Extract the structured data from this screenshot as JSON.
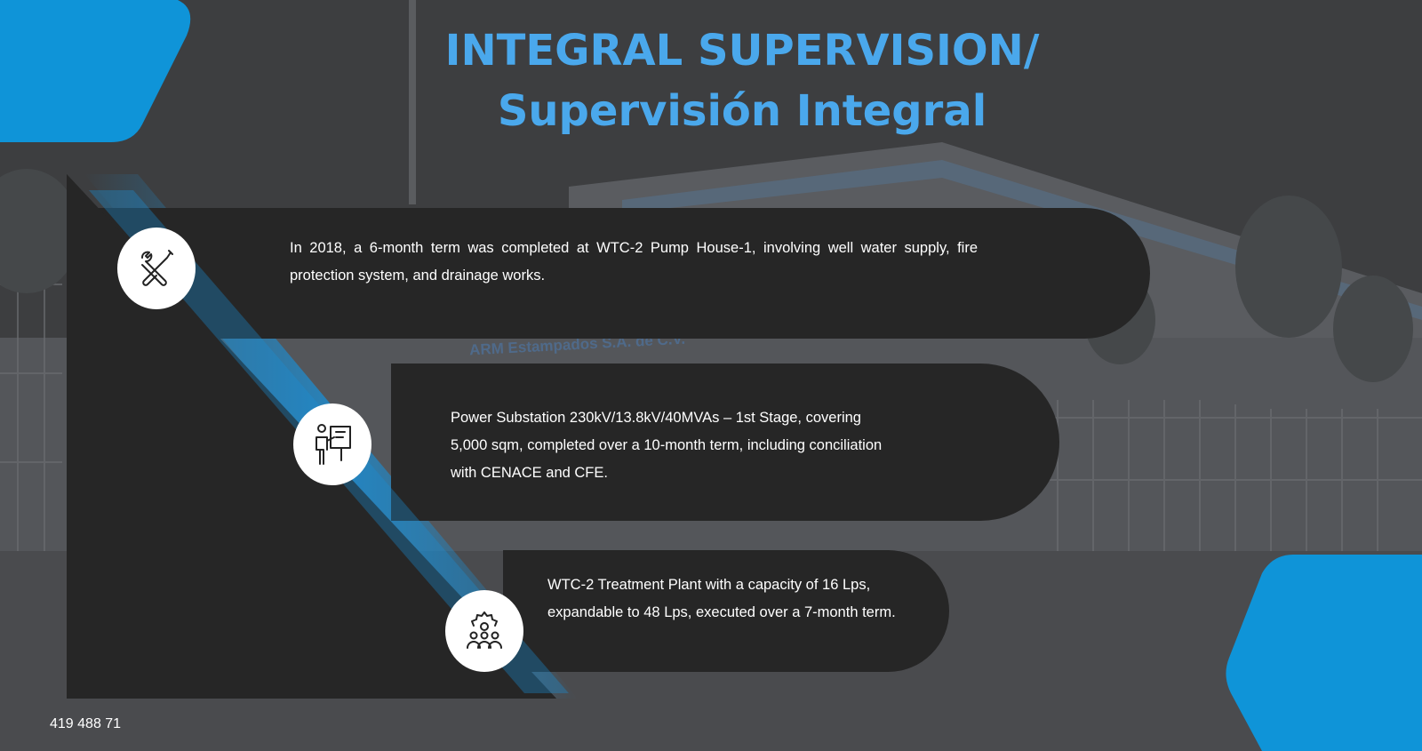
{
  "title": {
    "line1": "INTEGRAL SUPERVISION/",
    "line2": "Supervisión Integral"
  },
  "background_sign": "ARM Estampados S.A. de C.V.",
  "items": [
    {
      "icon": "tools-icon",
      "text": "In 2018, a 6-month term was completed at WTC-2 Pump House-1, involving well water supply, fire protection system, and drainage works."
    },
    {
      "icon": "presenter-board-icon",
      "text": "Power Substation 230kV/13.8kV/40MVAs – 1st Stage, covering 5,000 sqm, completed over a 10-month term, including conciliation with CENACE and CFE."
    },
    {
      "icon": "team-gear-icon",
      "text": "WTC-2 Treatment Plant with a capacity of 16 Lps, expandable to 48 Lps, executed over a 7-month term."
    }
  ],
  "footer": {
    "code": "419 488 71"
  },
  "colors": {
    "accent": "#0f94d8",
    "title": "#4aa8ec",
    "card": "#262626",
    "beam": "#1a8fd6"
  }
}
